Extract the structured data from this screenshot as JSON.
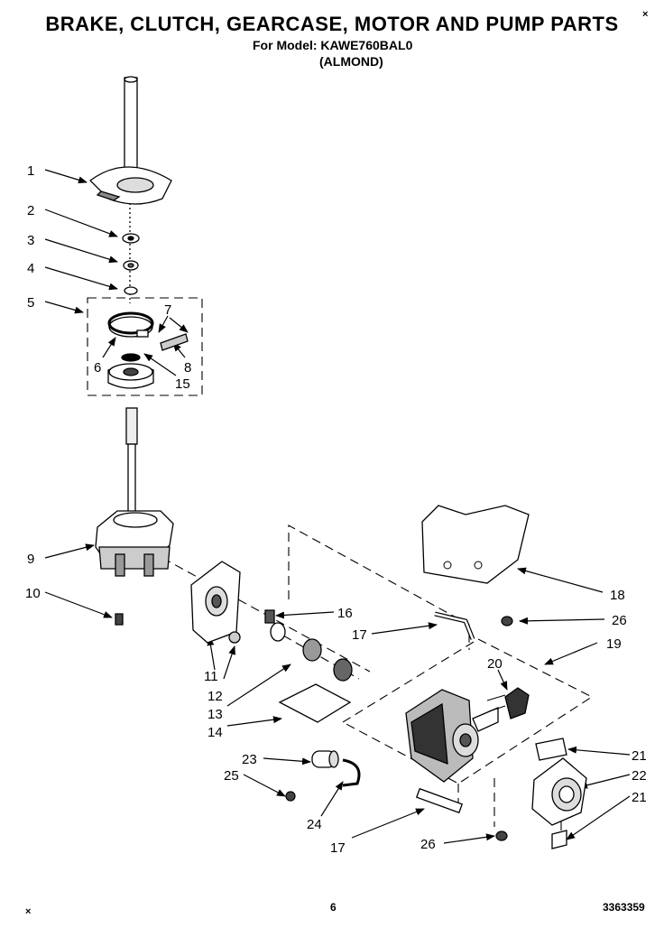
{
  "header": {
    "title": "BRAKE, CLUTCH, GEARCASE, MOTOR AND PUMP PARTS",
    "model_line": "For Model: KAWE760BAL0",
    "color_line": "(ALMOND)",
    "corner_mark_top": "×",
    "corner_mark_bottom": "×"
  },
  "footer": {
    "page_number": "6",
    "part_number": "3363359"
  },
  "callouts": [
    {
      "id": "c1",
      "text": "1"
    },
    {
      "id": "c2",
      "text": "2"
    },
    {
      "id": "c3",
      "text": "3"
    },
    {
      "id": "c4",
      "text": "4"
    },
    {
      "id": "c5",
      "text": "5"
    },
    {
      "id": "c6",
      "text": "6"
    },
    {
      "id": "c7",
      "text": "7"
    },
    {
      "id": "c8",
      "text": "8"
    },
    {
      "id": "c15",
      "text": "15"
    },
    {
      "id": "c9",
      "text": "9"
    },
    {
      "id": "c10",
      "text": "10"
    },
    {
      "id": "c11",
      "text": "11"
    },
    {
      "id": "c12",
      "text": "12"
    },
    {
      "id": "c13",
      "text": "13"
    },
    {
      "id": "c14",
      "text": "14"
    },
    {
      "id": "c16",
      "text": "16"
    },
    {
      "id": "c17a",
      "text": "17"
    },
    {
      "id": "c17b",
      "text": "17"
    },
    {
      "id": "c18",
      "text": "18"
    },
    {
      "id": "c19",
      "text": "19"
    },
    {
      "id": "c20",
      "text": "20"
    },
    {
      "id": "c21a",
      "text": "21"
    },
    {
      "id": "c21b",
      "text": "21"
    },
    {
      "id": "c22",
      "text": "22"
    },
    {
      "id": "c23",
      "text": "23"
    },
    {
      "id": "c24",
      "text": "24"
    },
    {
      "id": "c25",
      "text": "25"
    },
    {
      "id": "c26a",
      "text": "26"
    },
    {
      "id": "c26b",
      "text": "26"
    }
  ]
}
